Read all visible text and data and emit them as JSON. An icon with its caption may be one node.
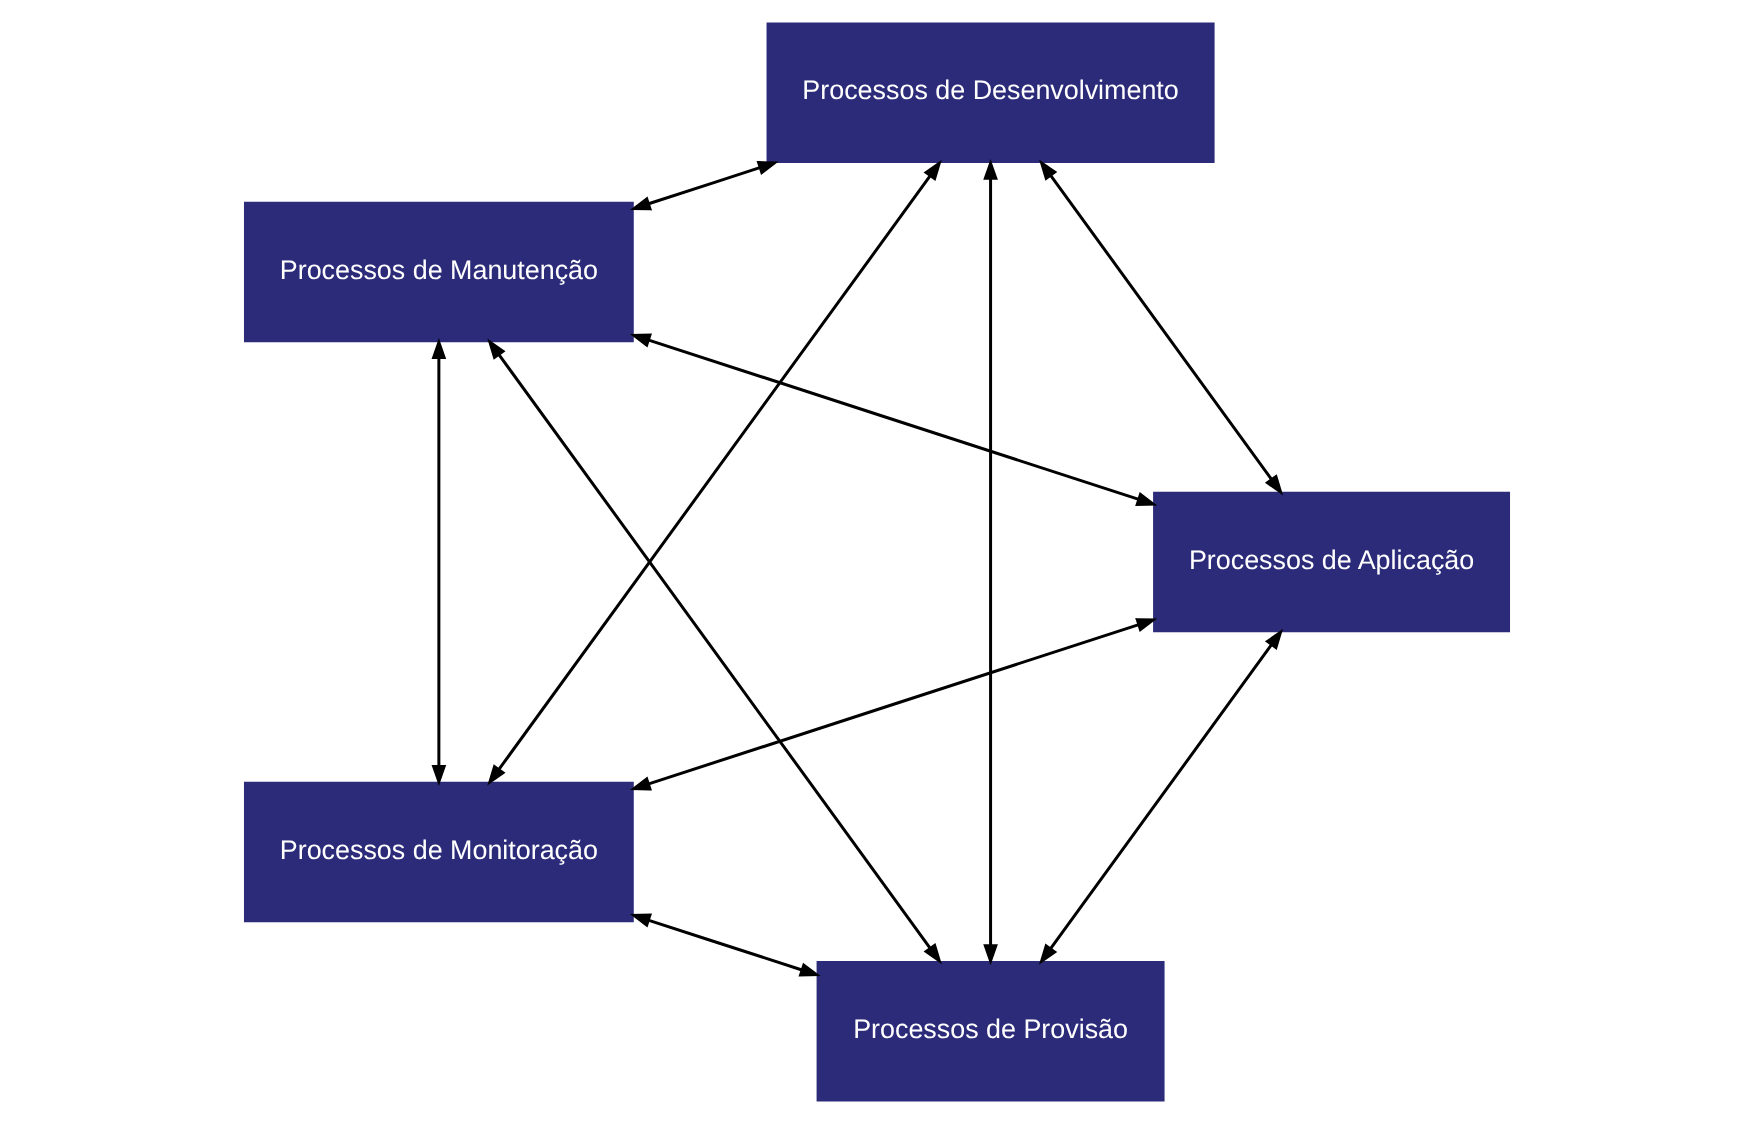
{
  "diagram": {
    "nodes": [
      {
        "text": [
          "Processos de Provisão"
        ]
      },
      {
        "text": [
          "Processos de Aplicação"
        ]
      },
      {
        "text": [
          "Processos de Manutenção"
        ]
      },
      {
        "text": [
          "Processos de Desenvolvimento"
        ]
      },
      {
        "text": [
          "Processos de Monitoração"
        ]
      }
    ],
    "edges": [
      {
        "from": 0,
        "to": 2,
        "arrow": "both"
      },
      {
        "from": 0,
        "to": 1,
        "arrow": "both"
      },
      {
        "from": 1,
        "to": 2,
        "arrow": "both"
      },
      {
        "from": 1,
        "to": 4,
        "arrow": "both"
      },
      {
        "from": 0,
        "to": 3,
        "arrow": "both"
      },
      {
        "from": 0,
        "to": 4,
        "arrow": "both"
      },
      {
        "from": 2,
        "to": 3,
        "arrow": "both"
      },
      {
        "from": 2,
        "to": 4,
        "arrow": "both"
      },
      {
        "from": 1,
        "to": 3,
        "arrow": "both"
      },
      {
        "from": 3,
        "to": 4,
        "arrow": "both"
      }
    ]
  }
}
